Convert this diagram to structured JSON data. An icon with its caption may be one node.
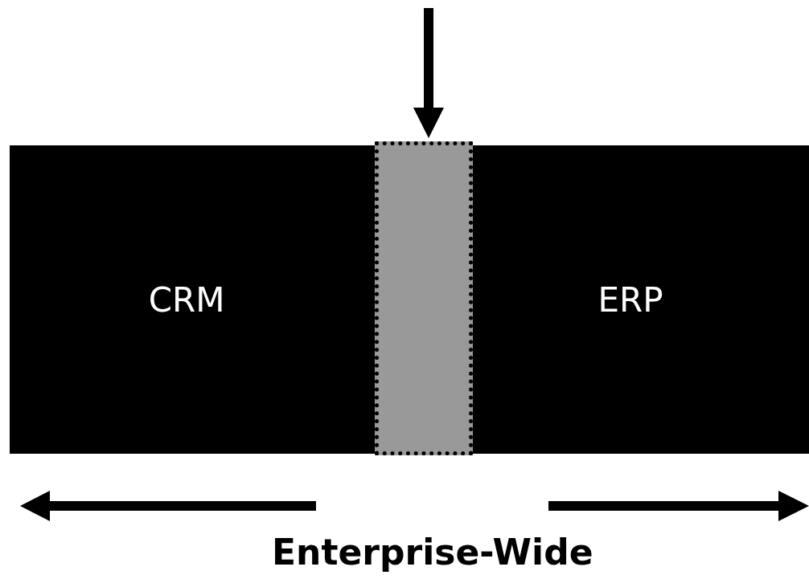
{
  "diagram": {
    "nodes": [
      {
        "text": [
          "CRM"
        ]
      },
      {
        "text": [
          "ERP"
        ]
      },
      {
        "text": [],
        "shape": "box"
      }
    ],
    "edges": [
      {
        "from": null,
        "to": 2,
        "arrow": "to"
      }
    ],
    "labels": [
      "Enterprise-Wide"
    ]
  }
}
